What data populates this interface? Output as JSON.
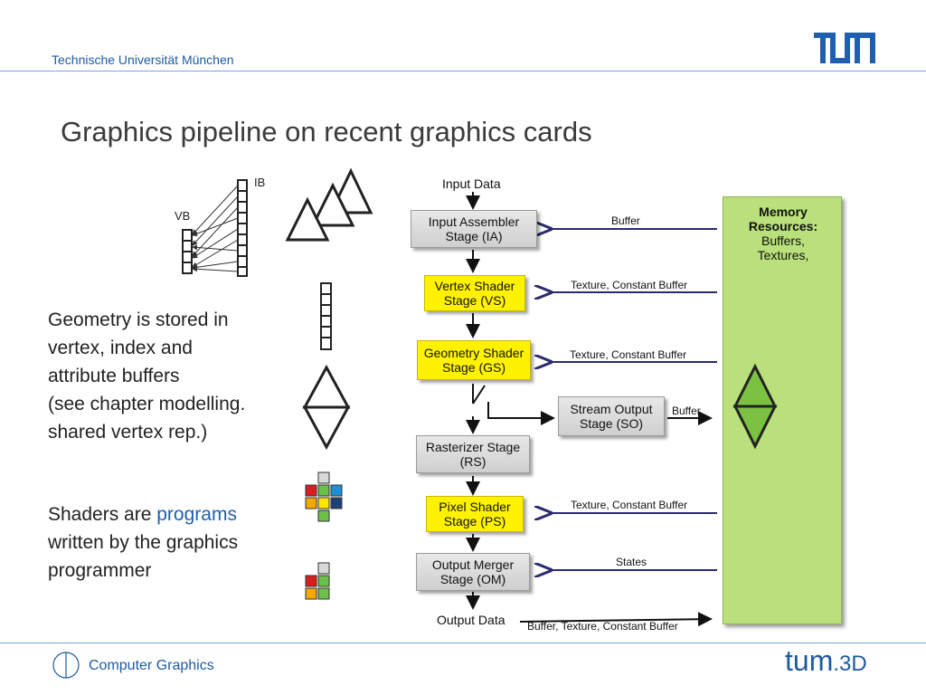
{
  "header": {
    "institution": "Technische Universität München"
  },
  "title": "Graphics pipeline on recent graphics cards",
  "buffer_labels": {
    "ib": "IB",
    "vb": "VB"
  },
  "left_text": {
    "geometry_lines": [
      "Geometry is stored in",
      "vertex, index and",
      "attribute buffers",
      "(see chapter modelling.",
      "shared vertex rep.)"
    ],
    "shaders_prefix": "Shaders are ",
    "shaders_highlight": "programs",
    "shaders_lines": [
      "written by the graphics",
      "programmer"
    ]
  },
  "pipeline": {
    "input": "Input Data",
    "output": "Output Data",
    "stages": {
      "ia": [
        "Input Assembler",
        "Stage (IA)"
      ],
      "vs": [
        "Vertex Shader",
        "Stage (VS)"
      ],
      "gs": [
        "Geometry Shader",
        "Stage (GS)"
      ],
      "so": [
        "Stream Output",
        "Stage (SO)"
      ],
      "rs": [
        "Rasterizer Stage",
        "(RS)"
      ],
      "ps": [
        "Pixel Shader",
        "Stage (PS)"
      ],
      "om": [
        "Output Merger",
        "Stage (OM)"
      ]
    },
    "flows": {
      "ia": "Buffer",
      "vs": "Texture, Constant Buffer",
      "gs": "Texture, Constant Buffer",
      "so": "Buffer",
      "ps": "Texture, Constant Buffer",
      "om": "States",
      "out": "Buffer, Texture, Constant Buffer"
    }
  },
  "memory": {
    "title": [
      "Memory",
      "Resources:"
    ],
    "items": [
      "Buffers,",
      "Textures,"
    ]
  },
  "footer": {
    "course": "Computer Graphics",
    "logo_text": "tum",
    "logo_suffix": ".3D"
  },
  "colors": {
    "accent": "#1f5a9e",
    "stage_yellow": "#fff200",
    "memory_green": "#b9e07a",
    "arrow_navy": "#2a2a6e"
  }
}
